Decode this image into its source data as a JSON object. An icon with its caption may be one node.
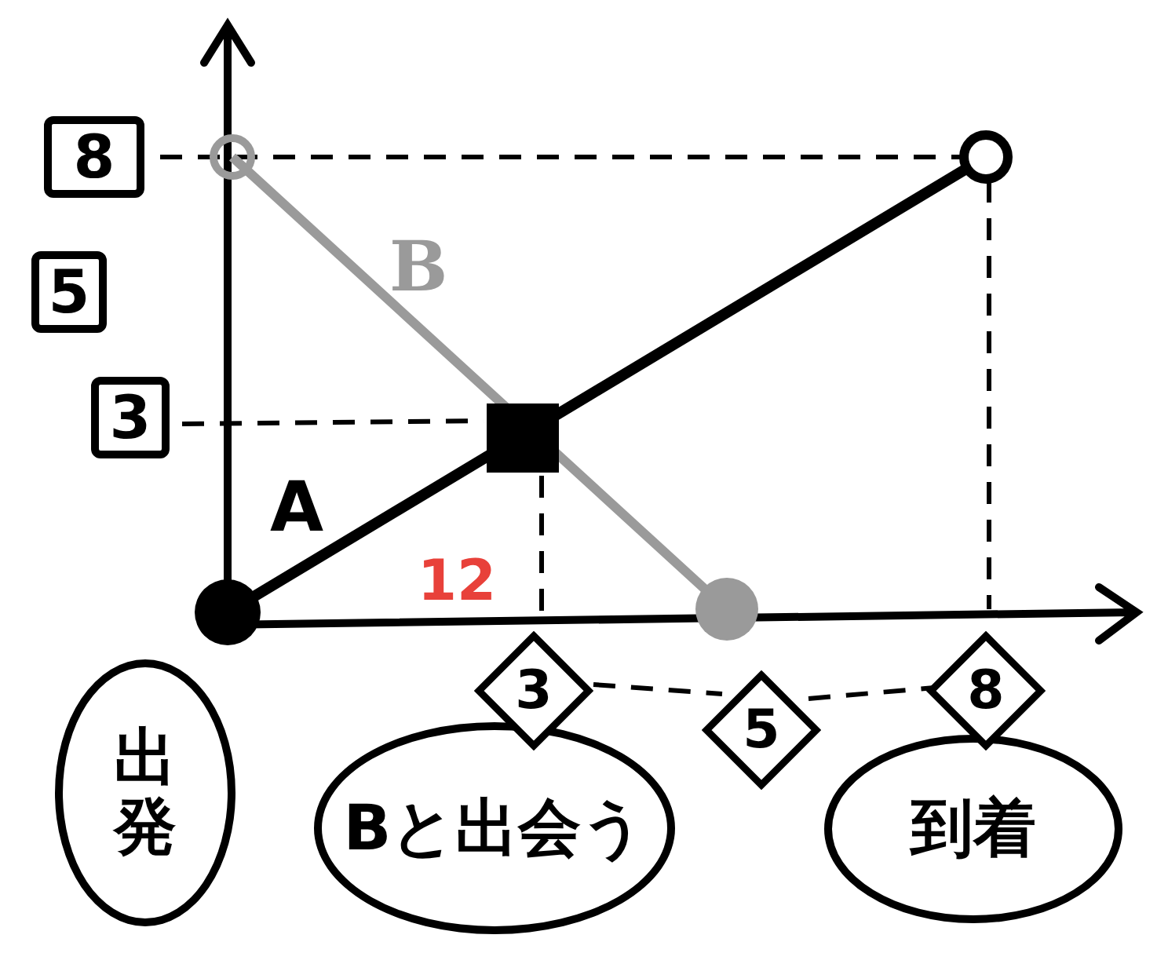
{
  "diagram": {
    "nodes": [
      {
        "text": [
          "8"
        ]
      },
      {
        "text": [
          "5"
        ]
      },
      {
        "text": [
          "3"
        ]
      },
      {
        "text": [
          "3"
        ]
      },
      {
        "text": [
          "5"
        ]
      },
      {
        "text": [
          "8"
        ]
      },
      {
        "text": [
          "出発"
        ]
      },
      {
        "text": [
          "Bと出会う"
        ]
      },
      {
        "text": [
          "到着"
        ]
      }
    ],
    "labels": [
      "B",
      "A",
      "12"
    ]
  }
}
